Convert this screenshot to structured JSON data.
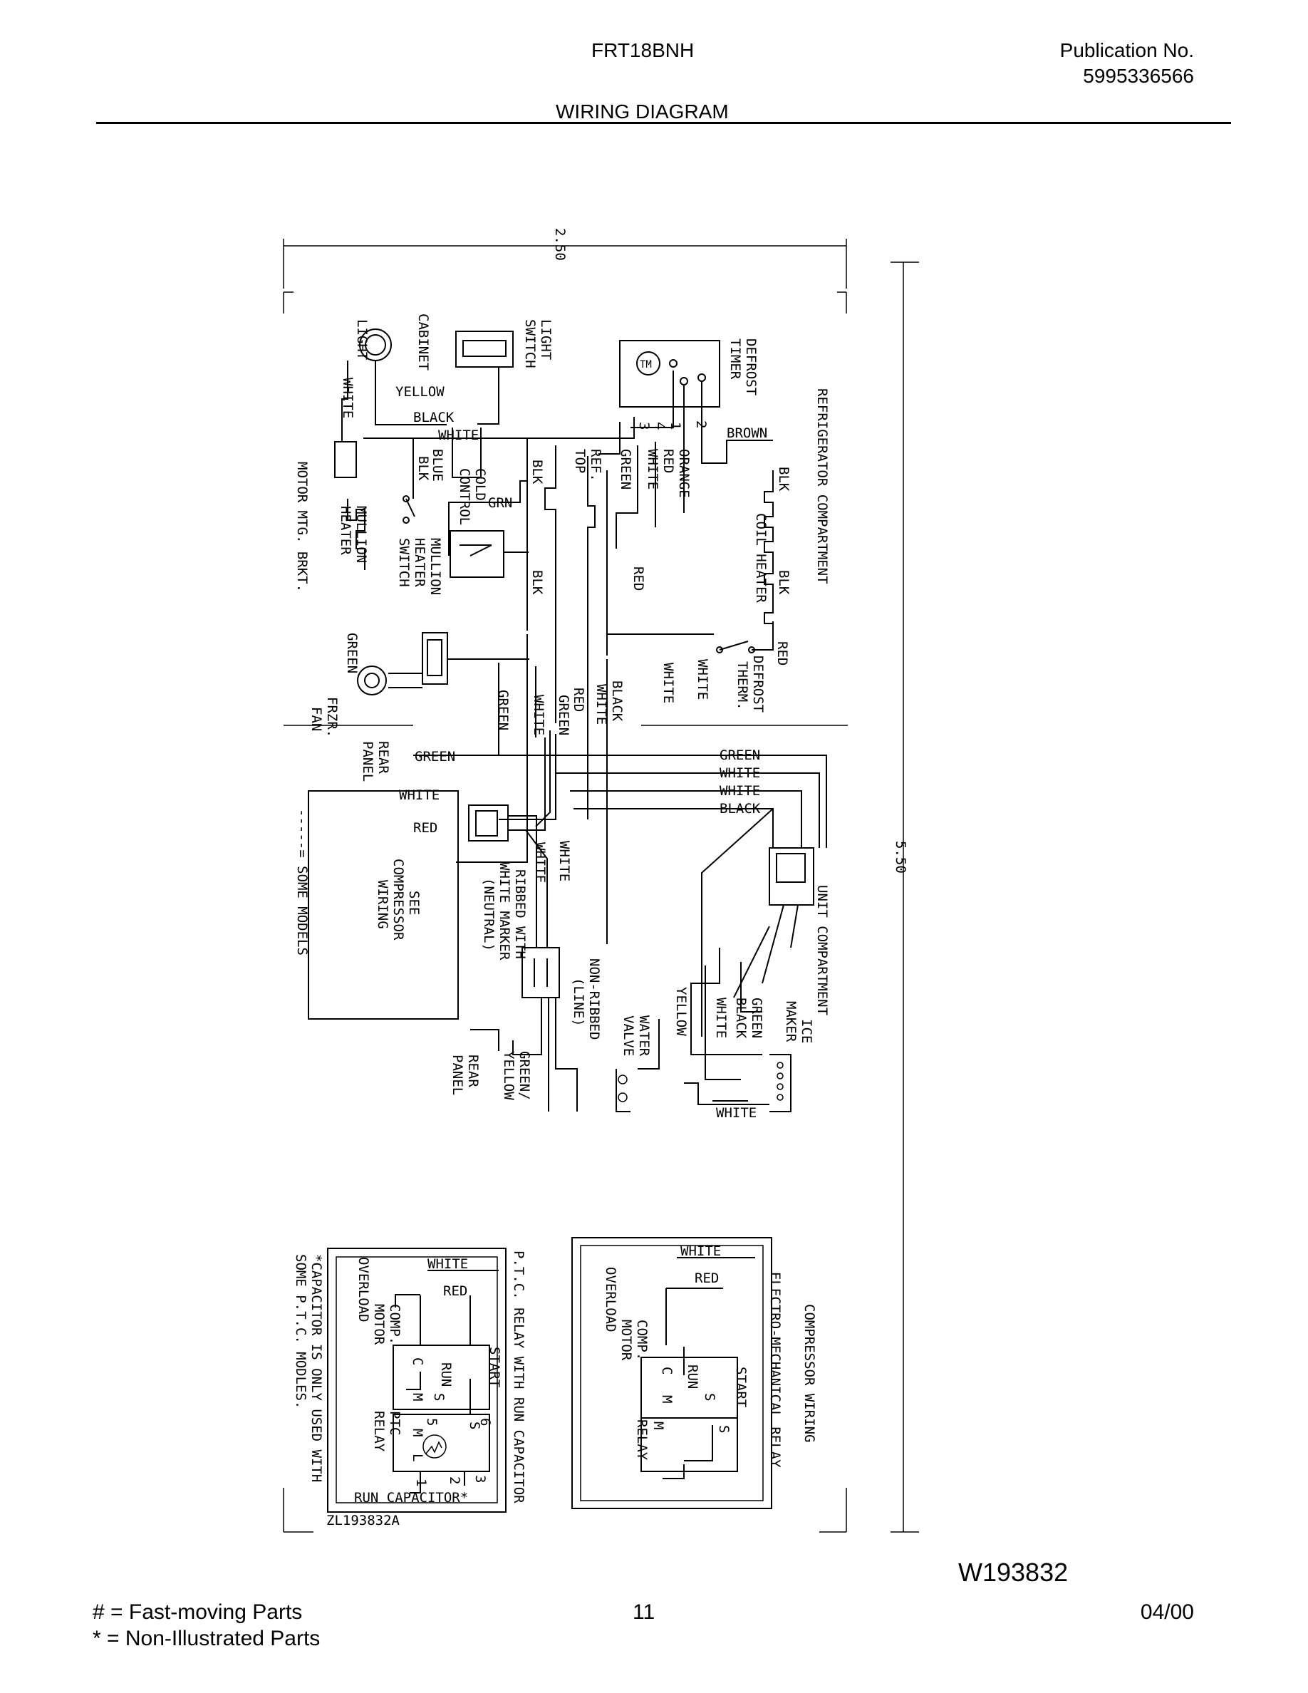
{
  "header": {
    "model": "FRT18BNH",
    "publication_label": "Publication No.",
    "publication_number": "5995336566",
    "title": "WIRING DIAGRAM"
  },
  "diagram": {
    "dim_width": "2.50",
    "dim_height": "5.50",
    "compartments": {
      "refrigerator": "REFRIGERATOR COMPARTMENT",
      "unit": "UNIT COMPARTMENT"
    },
    "components": {
      "light": "LIGHT",
      "cabinet": "CABINET",
      "light_switch_1": "LIGHT",
      "light_switch_2": "SWITCH",
      "defrost_timer_1": "DEFROST",
      "defrost_timer_2": "TIMER",
      "timer_tm": "TM",
      "ref_top_1": "REF.",
      "ref_top_2": "TOP",
      "cold_control_1": "COLD",
      "cold_control_2": "CONTROL",
      "mullion_heater_1": "MULLION",
      "mullion_heater_2": "HEATER",
      "mullion_switch_1": "MULLION",
      "mullion_switch_2": "HEATER",
      "mullion_switch_3": "SWITCH",
      "motor_bracket": "MOTOR MTG. BRKT.",
      "coil_heater": "COIL HEATER",
      "defrost_therm_1": "DEFROST",
      "defrost_therm_2": "THERM.",
      "frzr_fan_1": "FRZR.",
      "frzr_fan_2": "FAN",
      "rear_panel_1": "REAR",
      "rear_panel_2": "PANEL",
      "see_compressor_1": "SEE",
      "see_compressor_2": "COMPRESSOR",
      "see_compressor_3": "WIRING",
      "some_models": "-----= SOME MODELS",
      "ribbed_1": "RIBBED WITH",
      "ribbed_2": "WHITE MARKER",
      "ribbed_3": "(NEUTRAL)",
      "nonribbed_1": "NON-RIBBED",
      "nonribbed_2": "(LINE)",
      "green_yellow_1": "GREEN/",
      "green_yellow_2": "YELLOW",
      "water_valve_1": "WATER",
      "water_valve_2": "VALVE",
      "ice_maker_1": "ICE",
      "ice_maker_2": "MAKER"
    },
    "timer_terminals": [
      "3",
      "4",
      "1",
      "2"
    ],
    "wires": {
      "white": "WHITE",
      "yellow": "YELLOW",
      "black": "BLACK",
      "blk": "BLK",
      "blue": "BLUE",
      "grn": "GRN",
      "green": "GREEN",
      "orange": "ORANGE",
      "red": "RED",
      "brown": "BROWN"
    },
    "ptc_relay": {
      "title": "P.T.C. RELAY WITH RUN CAPACITOR",
      "white": "WHITE",
      "red": "RED",
      "start": "START",
      "run": "RUN",
      "s": "S",
      "c": "C",
      "m": "M",
      "l": "L",
      "comp_1": "COMP.",
      "comp_2": "MOTOR",
      "overload": "OVERLOAD",
      "ptc_1": "PTC",
      "ptc_2": "RELAY",
      "run_capacitor": "RUN CAPACITOR*",
      "terminals": [
        "6",
        "5",
        "3",
        "2",
        "1"
      ],
      "note_1": "*CAPACITOR IS ONLY USED WITH",
      "note_2": "SOME P.T.C. MODLES.",
      "code": "ZL193832A"
    },
    "em_relay": {
      "title_1": "COMPRESSOR WIRING",
      "title_2": "ELECTRO-MECHANICAL RELAY",
      "white": "WHITE",
      "red": "RED",
      "start": "START",
      "run": "RUN",
      "s": "S",
      "c": "C",
      "m": "M",
      "comp_1": "COMP.",
      "comp_2": "MOTOR",
      "overload": "OVERLOAD",
      "relay": "RELAY"
    }
  },
  "diagram_code": "W193832",
  "footer": {
    "legend_1": "#  =  Fast-moving Parts",
    "legend_2": "*   =  Non-Illustrated Parts",
    "page_number": "11",
    "date": "04/00"
  }
}
